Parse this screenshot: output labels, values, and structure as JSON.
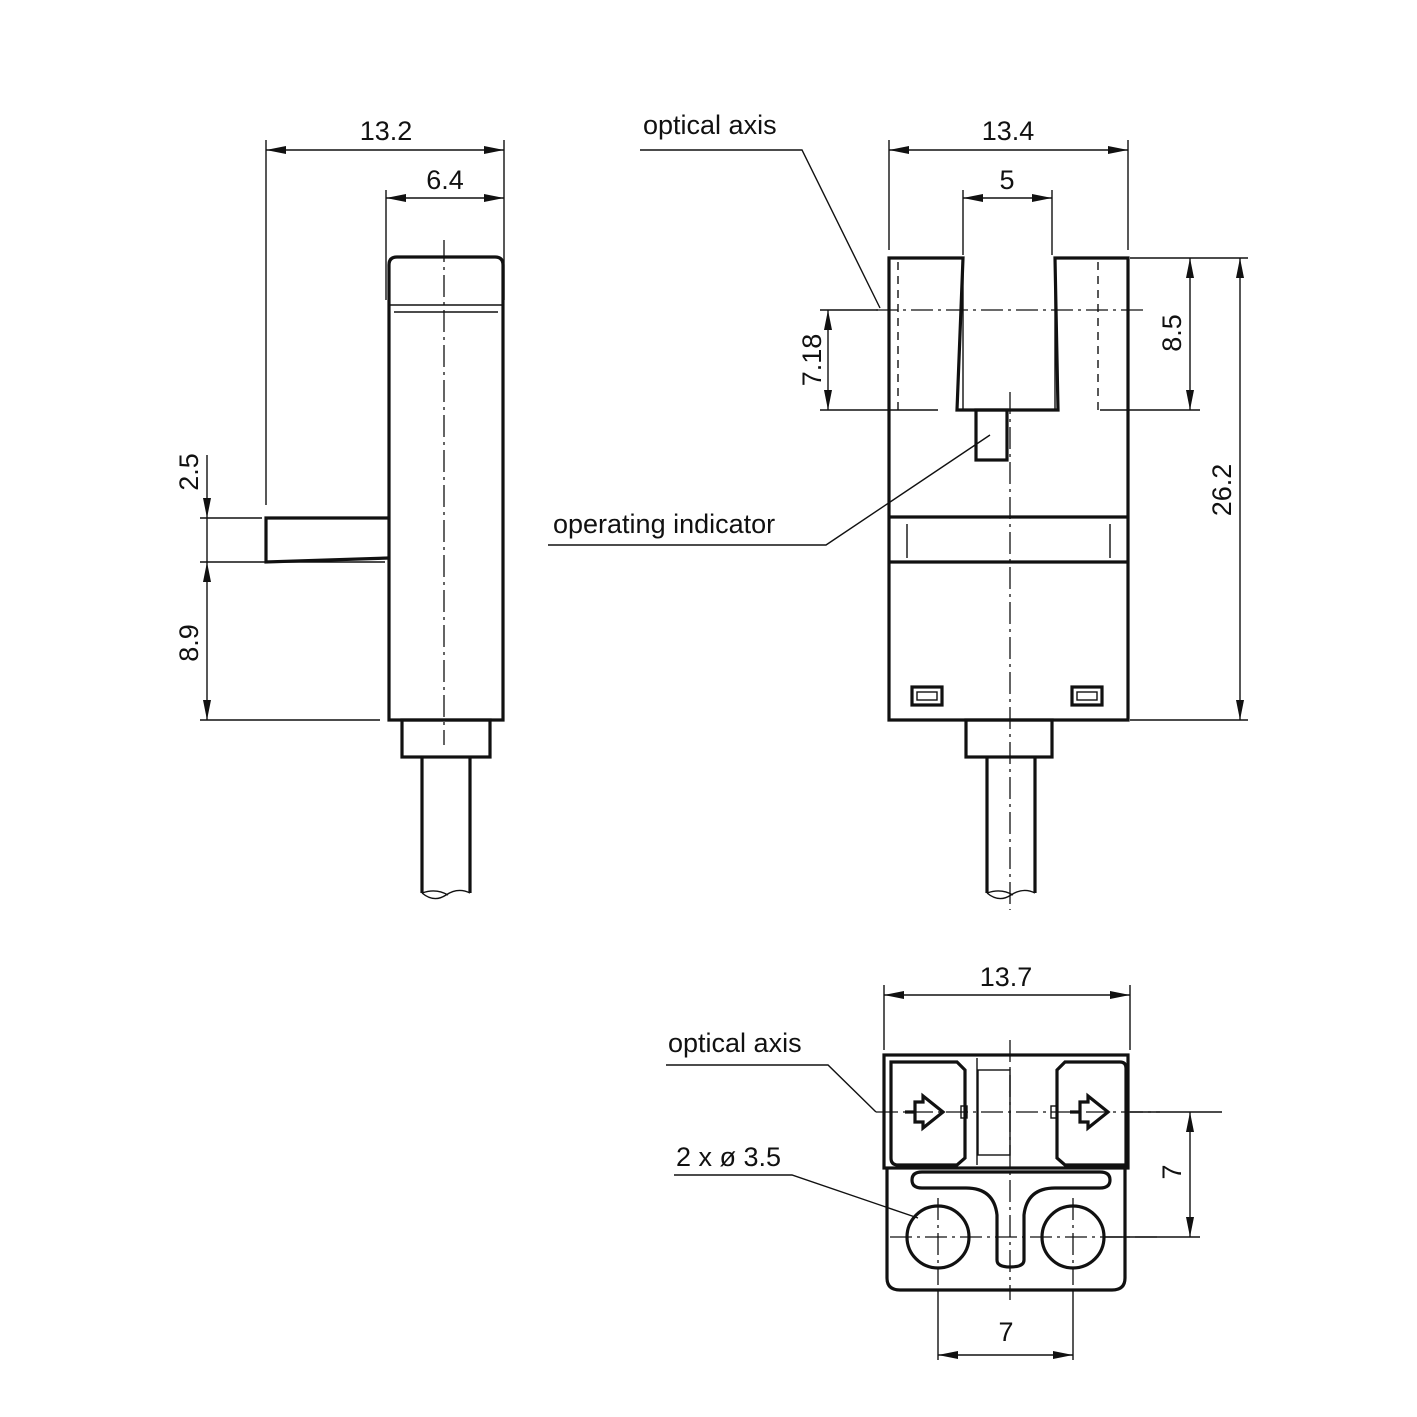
{
  "side_view": {
    "width_total": "13.2",
    "width_body": "6.4",
    "tab_height": "2.5",
    "tab_offset": "8.9"
  },
  "front_view": {
    "width": "13.4",
    "slot_width": "5",
    "axis_height": "7.18",
    "slot_depth": "8.5",
    "height": "26.2",
    "label_optical_axis": "optical axis",
    "label_operating_indicator": "operating indicator"
  },
  "bottom_view": {
    "width": "13.7",
    "label_optical_axis": "optical axis",
    "label_holes": "2 x ø 3.5",
    "axis_to_holes": "7",
    "hole_spacing": "7"
  }
}
